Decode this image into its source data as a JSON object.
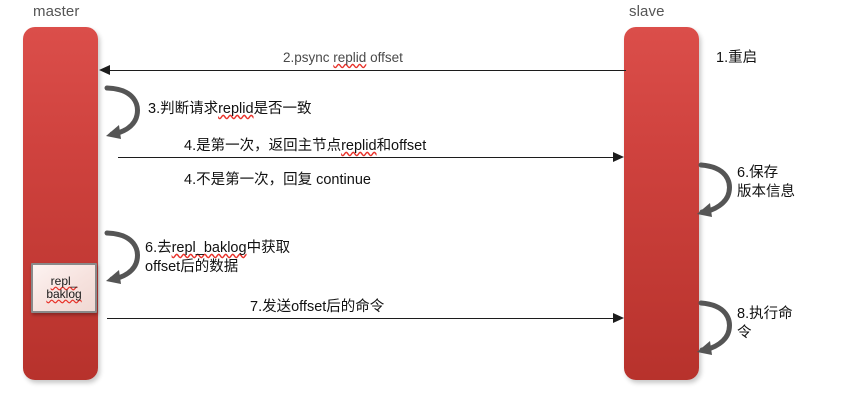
{
  "diagram": {
    "type": "sequence-diagram",
    "title": "Redis master-slave incremental replication (psync) sequence",
    "background": "#ffffff",
    "accent_color": "#c0392b",
    "line_color": "#1c1c1c",
    "loop_color": "#555555"
  },
  "actors": [
    {
      "id": "master",
      "label": "master",
      "color_top": "#db4e4a",
      "color_bottom": "#b7322c"
    },
    {
      "id": "slave",
      "label": "slave",
      "color_top": "#db4e4a",
      "color_bottom": "#b7322c"
    }
  ],
  "inner_boxes": [
    {
      "id": "repl-baklog",
      "owner": "master",
      "lines": [
        "repl_",
        "baklog"
      ],
      "fill": "#f8ece9",
      "border": "#8a8a8a"
    }
  ],
  "messages": [
    {
      "num": "2",
      "label": "2.psync replid offset",
      "from": "slave",
      "to": "master",
      "direction": "left",
      "style": "gray",
      "squiggly": "replid"
    },
    {
      "num": "4",
      "label": "4.是第一次，返回主节点replid和offset",
      "from": "master",
      "to": "slave",
      "direction": "right",
      "style": "normal",
      "squiggly": "replid"
    },
    {
      "num": "4b",
      "label": "4.不是第一次，回复 continue",
      "from": "master",
      "to": "slave",
      "direction": "none",
      "style": "normal",
      "squiggly": ""
    },
    {
      "num": "7",
      "label": "7.发送offset后的命令",
      "from": "master",
      "to": "slave",
      "direction": "right",
      "style": "normal",
      "squiggly": ""
    }
  ],
  "self_messages": [
    {
      "num": "3",
      "owner": "master",
      "label": "3.判断请求replid是否一致",
      "squiggly": "replid"
    },
    {
      "num": "6m",
      "owner": "master",
      "label": "6.去repl_baklog中获取\noffset后的数据",
      "squiggly": "repl_baklog"
    },
    {
      "num": "6s",
      "owner": "slave",
      "label": "6.保存\n版本信息",
      "squiggly": ""
    },
    {
      "num": "8",
      "owner": "slave",
      "label": "8.执行命\n令",
      "squiggly": ""
    }
  ],
  "side_notes": [
    {
      "id": "restart",
      "owner": "slave",
      "label": "1.重启"
    }
  ]
}
